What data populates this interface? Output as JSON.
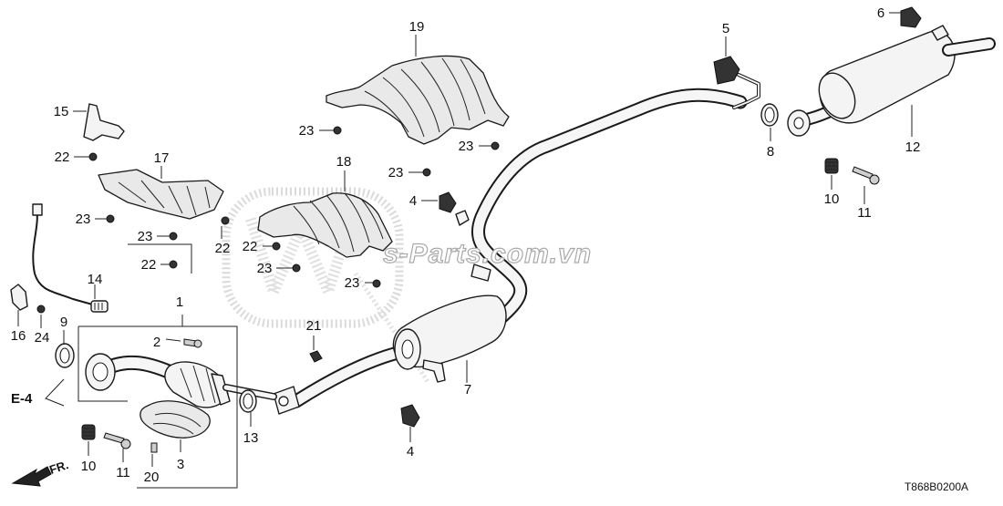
{
  "diagram_code": "T868B0200A",
  "watermark": "s-Parts.com.vn",
  "ref_label": "E-4",
  "direction_label": "FR.",
  "callouts": [
    "1",
    "2",
    "3",
    "4",
    "4",
    "5",
    "6",
    "7",
    "8",
    "9",
    "10",
    "10",
    "11",
    "11",
    "12",
    "13",
    "14",
    "15",
    "16",
    "17",
    "18",
    "19",
    "20",
    "21",
    "22",
    "22",
    "22",
    "22",
    "23",
    "23",
    "23",
    "23",
    "23",
    "23",
    "23",
    "23",
    "24"
  ]
}
